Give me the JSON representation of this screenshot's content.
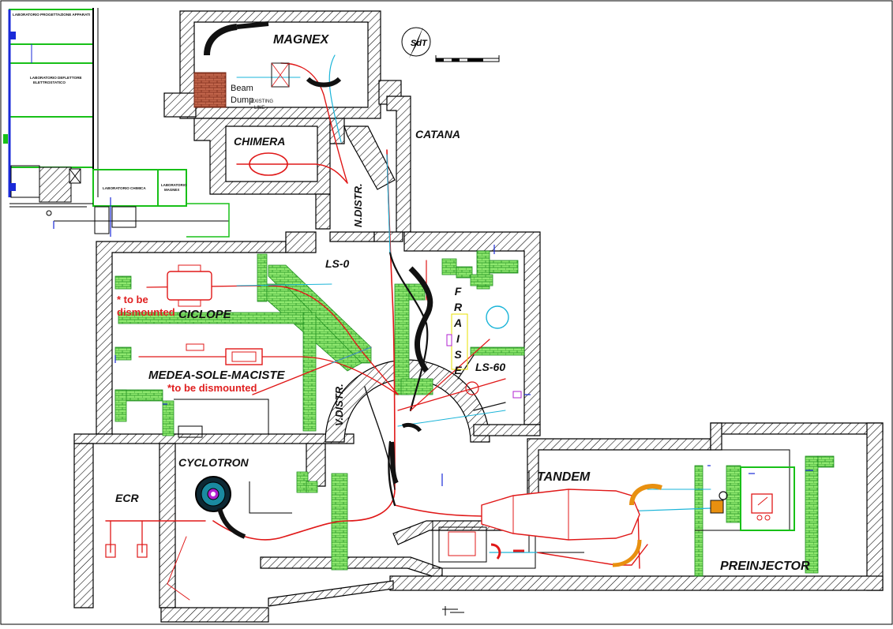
{
  "labels": {
    "magnex": "MAGNEX",
    "chimera": "CHIMERA",
    "catana": "CATANA",
    "n_distr": "N.DISTR.",
    "v_distr": "V.DISTR.",
    "ls0": "LS-0",
    "ls60": "LS-60",
    "fraise": [
      "F",
      "R",
      "A",
      "I",
      "S",
      "E"
    ],
    "ciclope": "CICLOPE",
    "medea": "MEDEA-SOLE-MACISTE",
    "cyclotron": "CYCLOTRON",
    "ecr": "ECR",
    "tandem": "TANDEM",
    "preinjector": "PREINJECTOR",
    "beam_dump": [
      "Beam",
      "Dump"
    ],
    "existing_line": [
      "EXISTING",
      "LINE"
    ],
    "dismount_ciclope": [
      "* to be",
      "dismounted"
    ],
    "dismount_medea": "*to be dismounted",
    "lab_design": "LABORATORIO PROGETTAZIONE APPARATI",
    "lab_deflector": [
      "LABORATORIO DEFLETTORE",
      "ELETTROSTATICO"
    ],
    "lab_chem": "LABORATORIO CHIMICA",
    "lab_magnex": [
      "LABORATORIO",
      "MAGNEX"
    ],
    "logo": "SdT"
  },
  "colors": {
    "wall": "#000000",
    "shield": "#22b522",
    "beam_main": "#e01818",
    "beam_alt": "#1ab4d8",
    "label_red": "#e02020",
    "dump_brick": "#b8513a",
    "lab_green": "#18c018",
    "lab_blue": "#1a2ad8",
    "orange_magnet": "#e89010",
    "purple": "#b020d0"
  },
  "icons": [
    "north-arrow-icon",
    "scale-bar-icon",
    "cyclotron-icon",
    "dipole-magnet-icon"
  ]
}
